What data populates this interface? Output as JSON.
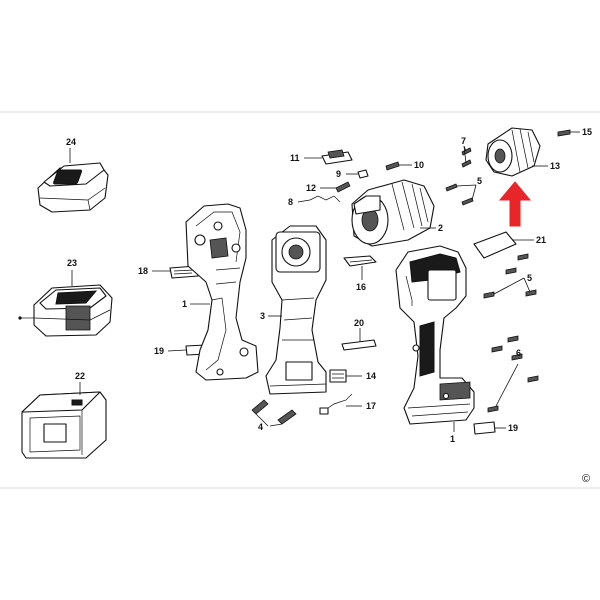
{
  "diagram": {
    "callouts": [
      {
        "id": "c1a",
        "label": "1"
      },
      {
        "id": "c1b",
        "label": "1"
      },
      {
        "id": "c2",
        "label": "2"
      },
      {
        "id": "c3",
        "label": "3"
      },
      {
        "id": "c4",
        "label": "4"
      },
      {
        "id": "c5a",
        "label": "5"
      },
      {
        "id": "c5b",
        "label": "5"
      },
      {
        "id": "c6",
        "label": "6"
      },
      {
        "id": "c7",
        "label": "7"
      },
      {
        "id": "c8",
        "label": "8"
      },
      {
        "id": "c9",
        "label": "9"
      },
      {
        "id": "c10",
        "label": "10"
      },
      {
        "id": "c11",
        "label": "11"
      },
      {
        "id": "c12",
        "label": "12"
      },
      {
        "id": "c13",
        "label": "13"
      },
      {
        "id": "c14",
        "label": "14"
      },
      {
        "id": "c15",
        "label": "15"
      },
      {
        "id": "c16",
        "label": "16"
      },
      {
        "id": "c17",
        "label": "17"
      },
      {
        "id": "c18",
        "label": "18"
      },
      {
        "id": "c19a",
        "label": "19"
      },
      {
        "id": "c19b",
        "label": "19"
      },
      {
        "id": "c20",
        "label": "20"
      },
      {
        "id": "c21",
        "label": "21"
      },
      {
        "id": "c22",
        "label": "22"
      },
      {
        "id": "c23",
        "label": "23"
      },
      {
        "id": "c24",
        "label": "24"
      }
    ],
    "copyright_mark": "©",
    "highlight_arrow_color": "#e8262a",
    "line_color": "#111111",
    "background_color": "#ffffff"
  }
}
